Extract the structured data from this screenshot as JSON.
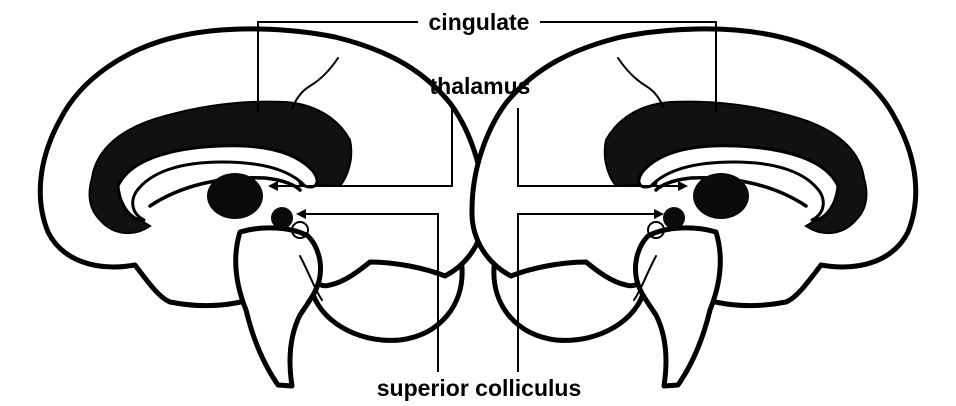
{
  "figure": {
    "labels": {
      "cingulate": "cingulate",
      "thalamus": "thalamus",
      "superior_colliculus": "superior colliculus"
    },
    "colors": {
      "line": "#000000",
      "fill": "#ffffff",
      "region": "#111111"
    }
  }
}
